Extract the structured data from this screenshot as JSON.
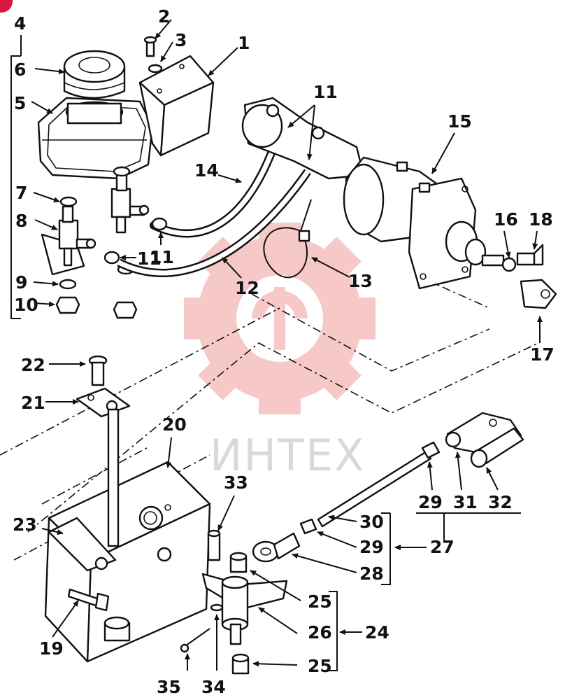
{
  "watermark": {
    "text": "ИНТЕХ",
    "color": "#f7c8c8"
  },
  "labels": {
    "n1": "1",
    "n2": "2",
    "n3": "3",
    "n4": "4",
    "n5": "5",
    "n6": "6",
    "n7": "7",
    "n8": "8",
    "n9": "9",
    "n10": "10",
    "n11a": "11",
    "n11b": "11",
    "n11c": "11",
    "n12": "12",
    "n13": "13",
    "n14": "14",
    "n15": "15",
    "n16": "16",
    "n17": "17",
    "n18": "18",
    "n19": "19",
    "n20": "20",
    "n21": "21",
    "n22": "22",
    "n23": "23",
    "n24": "24",
    "n25a": "25",
    "n25b": "25",
    "n26": "26",
    "n27": "27",
    "n28": "28",
    "n29a": "29",
    "n29b": "29",
    "n30": "30",
    "n31": "31",
    "n32": "32",
    "n33": "33",
    "n34": "34",
    "n35": "35"
  },
  "colors": {
    "ink": "#111111",
    "badge": "#d8193a"
  }
}
